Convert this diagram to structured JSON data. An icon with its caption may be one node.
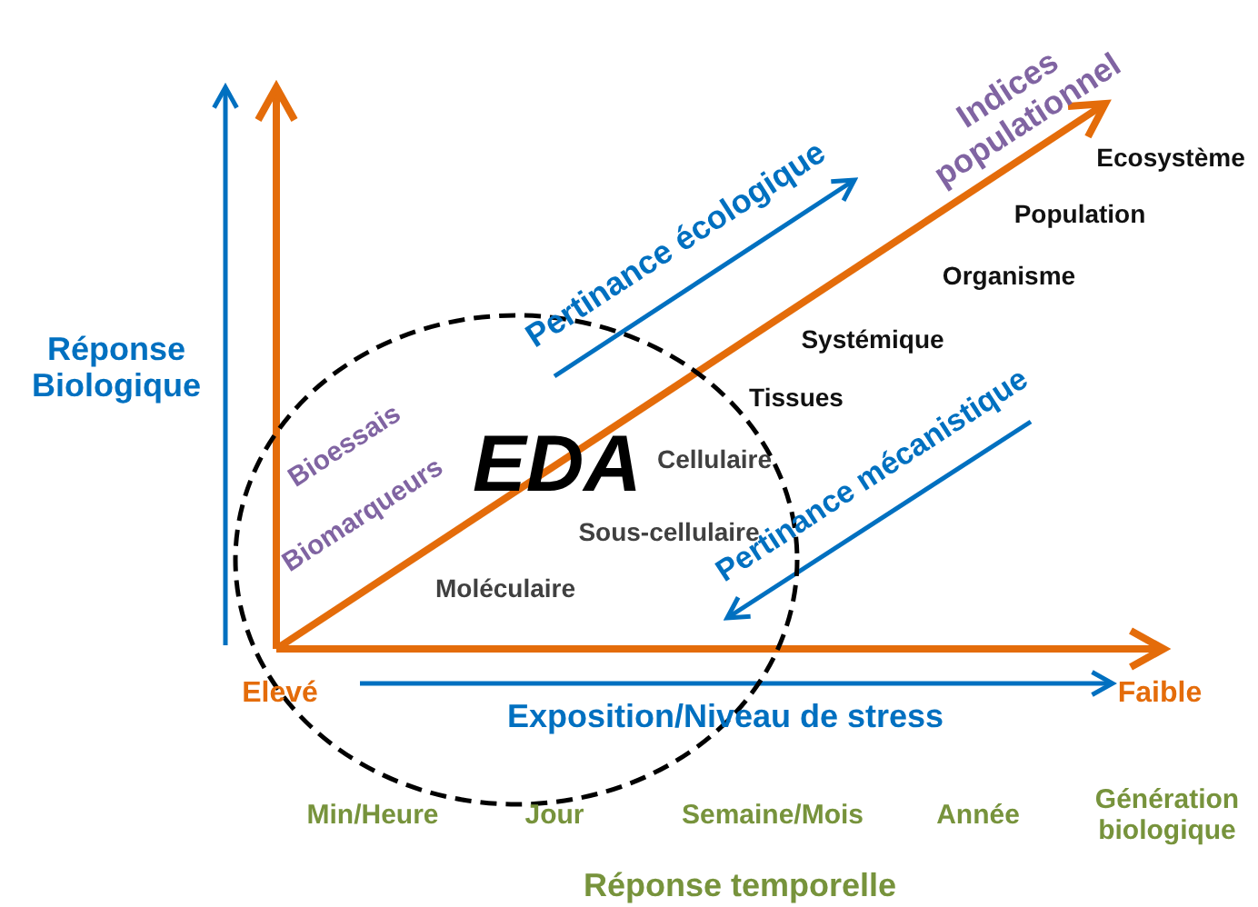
{
  "diagram": {
    "nodes": [
      {
        "text": [
          "EDA"
        ]
      }
    ],
    "labels": [
      "Indices populationnel",
      "Ecosystème",
      "Pertinance écologique",
      "Population",
      "Réponse Biologique",
      "Organisme",
      "Systémique",
      "Tissues",
      "Pertinance mécanistique",
      "Cellulaire",
      "Bioessais",
      "Biomarqueurs",
      "Sous-cellulaire",
      "Moléculaire",
      "Elevé",
      "Faible",
      "Exposition/Niveau de stress",
      "Min/Heure",
      "Jour",
      "Semaine/Mois",
      "Année",
      "Génération biologique",
      "Réponse temporelle"
    ]
  }
}
